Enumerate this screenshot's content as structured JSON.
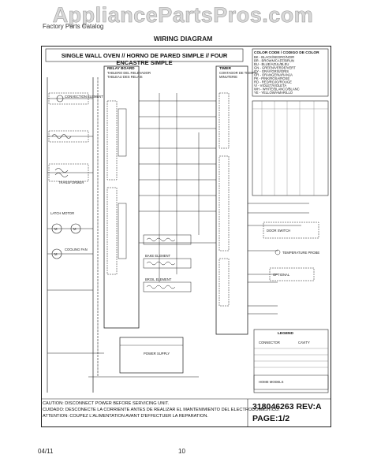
{
  "watermark": "AppliancePartsPros.com",
  "header": {
    "doc_title": "Factory Parts Catalog",
    "subtitle": "WIRING DIAGRAM"
  },
  "banner": "SINGLE WALL OVEN // HORNO DE PARED SIMPLE // FOUR ENCASTRE SIMPLE",
  "labels": {
    "relay_board": "RELAY BOARD",
    "relay_board_es": "TABLERO DEL RELEVADOR",
    "relay_board_fr": "TABLEAU DES RELAIS",
    "timer": "TIMER",
    "timer_es": "CONTADOR DE TIEMPO",
    "timer_fr": "MINUTERIE",
    "transformer": "TRANSFORMER",
    "convection_heater": "CONVECTION ELEMENT",
    "bake_element": "BAKE ELEMENT",
    "broil_element": "BROIL ELEMENT",
    "power_supply": "POWER SUPPLY",
    "latch_motor": "LATCH MOTOR",
    "cooling_fan": "COOLING FAN",
    "door_switch": "DOOR SWITCH",
    "temp_sensor": "TEMPERATURE PROBE",
    "optional": "OPTIONAL",
    "legend": "LEGEND",
    "connector": "CONNECTOR",
    "cavity": "CAVITY",
    "home_models": "HOME MODELS"
  },
  "color_code": {
    "title": "COLOR CODE / CODIGO DE COLOR",
    "entries": [
      "BK - BLACK/NEGRO/NOIR",
      "BR - BROWN/CAFE/BRUN",
      "BU - BLUE/AZUL/BLEU",
      "GN - GREEN/VERDE/VERT",
      "GY - GRAY/GRIS/GRIS",
      "OR - ORANGE/NARANJA",
      "PK - PINK/ROSA/ROSE",
      "RD - RED/ROJO/ROUGE",
      "VI - VIOLET/VIOLETA",
      "WH - WHITE/BLANCO/BLANC",
      "YE - YELLOW/AMARILLO"
    ]
  },
  "caution": {
    "en": "CAUTION: DISCONNECT POWER BEFORE SERVICING UNIT.",
    "es": "CUIDADO: DESCONECTE LA CORRIENTE ANTES DE REALIZAR EL MANTENIMIENTO DEL ELECTRODOMESTICO.",
    "fr": "ATTENTION: COUPEZ L'ALIMENTATION AVANT D'EFFECTUER LA REPARATION."
  },
  "doc_number": "318046263 REV:A",
  "page_label": "PAGE:1/2",
  "footer": {
    "date": "04/11",
    "page": "10"
  }
}
